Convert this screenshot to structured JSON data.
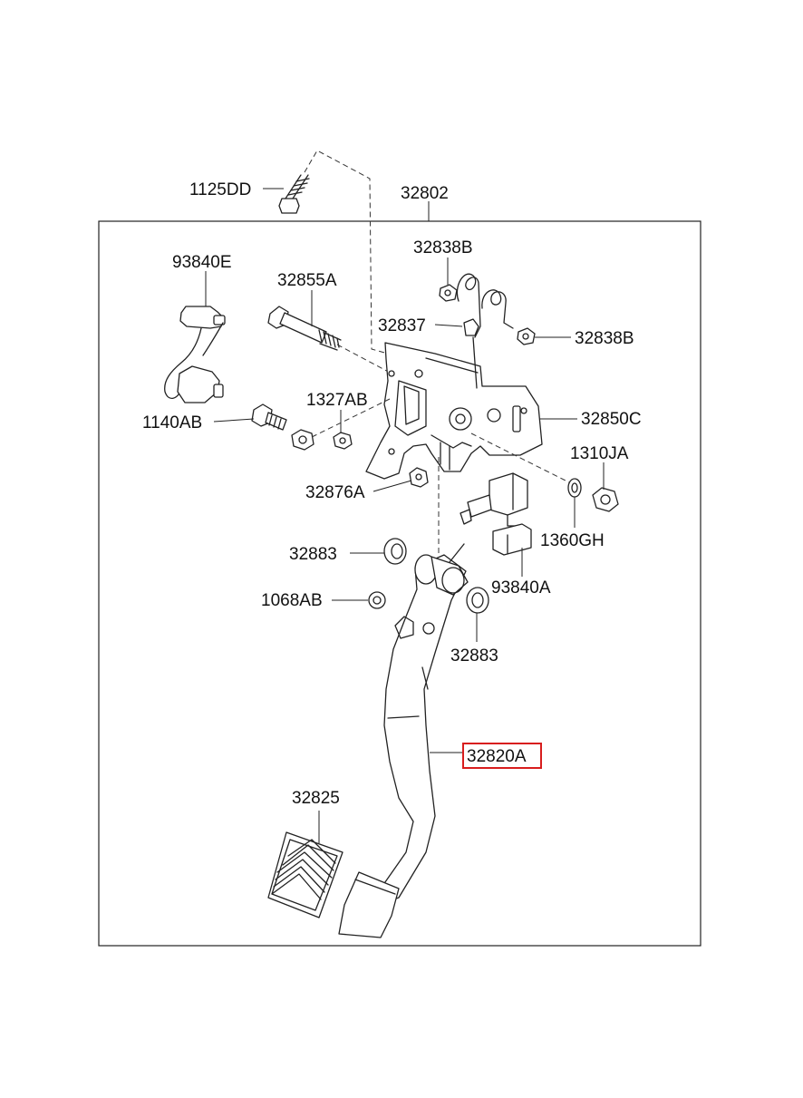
{
  "diagram": {
    "assembly_label": "32802",
    "highlighted_part": "32820A",
    "callouts": {
      "c1125DD": "1125DD",
      "c32802": "32802",
      "c32838B_top": "32838B",
      "c93840E": "93840E",
      "c32855A": "32855A",
      "c32837": "32837",
      "c32838B_right": "32838B",
      "c1327AB": "1327AB",
      "c32850C": "32850C",
      "c1140AB": "1140AB",
      "c1310JA": "1310JA",
      "c32876A": "32876A",
      "c1360GH": "1360GH",
      "c32883_left": "32883",
      "c93840A": "93840A",
      "c1068AB": "1068AB",
      "c32883_bottom": "32883",
      "c32820A": "32820A",
      "c32825": "32825"
    },
    "colors": {
      "line": "#222222",
      "highlight": "#d81e1e",
      "background": "#ffffff"
    }
  }
}
